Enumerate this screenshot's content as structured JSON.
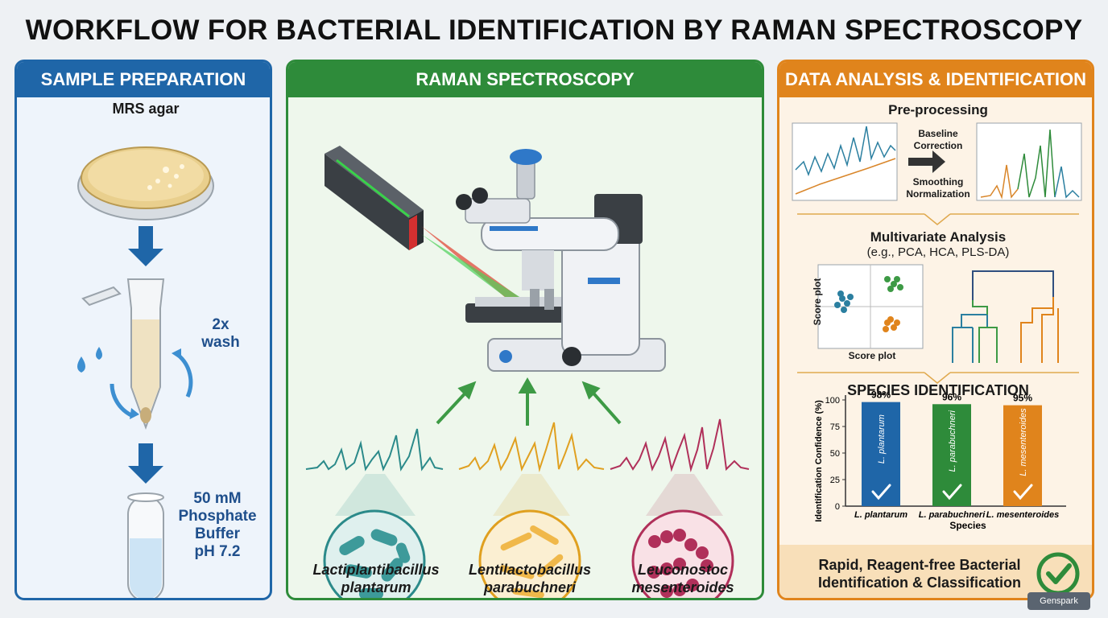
{
  "title": "WORKFLOW FOR BACTERIAL IDENTIFICATION BY RAMAN SPECTROSCOPY",
  "panels": {
    "sample": {
      "heading": "SAMPLE PREPARATION",
      "agar_label": "MRS agar",
      "wash_label_line1": "2x",
      "wash_label_line2": "wash",
      "buffer_line1": "50 mM",
      "buffer_line2": "Phosphate",
      "buffer_line3": "Buffer",
      "buffer_line4": "pH 7.2"
    },
    "raman": {
      "heading": "RAMAN SPECTROSCOPY",
      "species": [
        {
          "line1": "Lactiplantibacillus",
          "line2": "plantarum",
          "color": "#2b8a8a"
        },
        {
          "line1": "Lentilactobacillus",
          "line2": "parabuchneri",
          "color": "#e0a020"
        },
        {
          "line1": "Leuconostoc",
          "line2": "mesenteroides",
          "color": "#b0305a"
        }
      ]
    },
    "analysis": {
      "heading": "DATA ANALYSIS & IDENTIFICATION",
      "preprocessing_title": "Pre-processing",
      "step1_line1": "Baseline",
      "step1_line2": "Correction",
      "step2_line1": "Smoothing",
      "step2_line2": "Normalization",
      "multivariate_title": "Multivariate Analysis",
      "multivariate_sub": "(e.g., PCA, HCA, PLS-DA)",
      "score_plot_ylabel": "Score plot",
      "score_plot_xlabel": "Score plot",
      "species_id_title": "SPECIES IDENTIFICATION",
      "footer_line1": "Rapid, Reagent-free Bacterial",
      "footer_line2": "Identification & Classification"
    }
  },
  "chart_data": {
    "type": "bar",
    "title": "SPECIES IDENTIFICATION",
    "categories": [
      "L. plantarum",
      "L. parabuchneri",
      "L. mesenteroides"
    ],
    "values": [
      98,
      96,
      95
    ],
    "value_labels": [
      "98%",
      "96%",
      "95%"
    ],
    "colors": [
      "#1f66a8",
      "#2e8b3a",
      "#e0841c"
    ],
    "xlabel": "Species",
    "ylabel": "Identification Confidence (%)",
    "ylim": [
      0,
      100
    ],
    "yticks": [
      0,
      25,
      50,
      75,
      100
    ]
  },
  "badge": "Genspark"
}
